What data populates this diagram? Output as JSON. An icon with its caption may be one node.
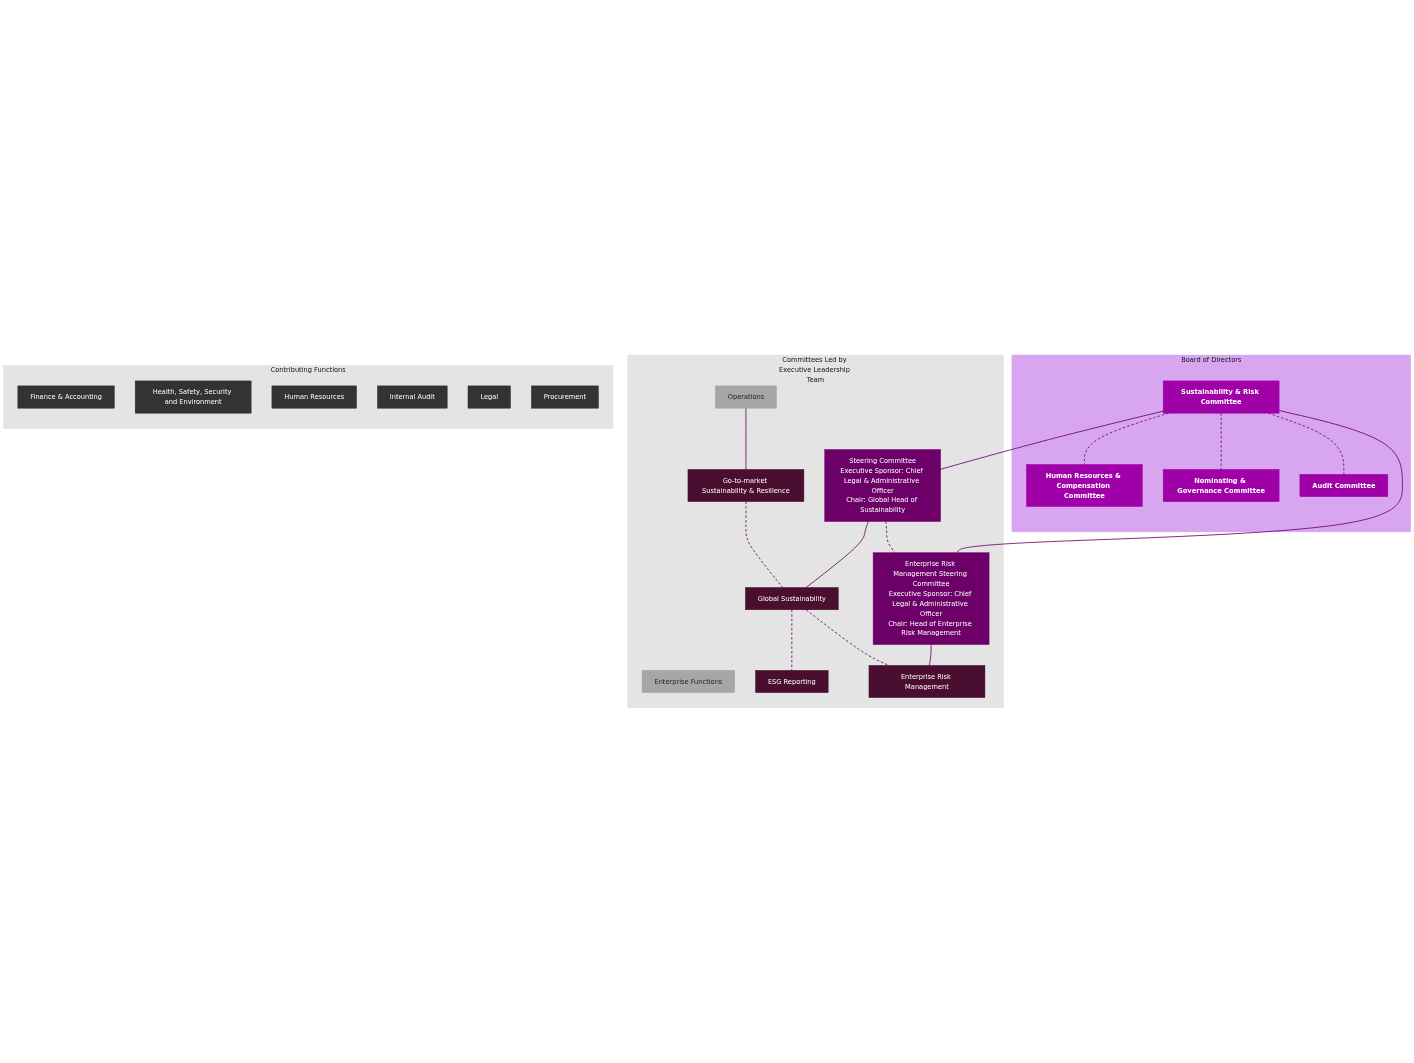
{
  "diagram": {
    "nodes": [
      {
        "text": [
          "Board of Directors"
        ]
      },
      {
        "text": [
          "Sustainability & Risk Committee"
        ],
        "in": 0
      },
      {
        "text": [
          "Human Resources & Compensation Committee"
        ],
        "in": 0
      },
      {
        "text": [
          "Nominating & Governance Committee"
        ],
        "in": 0
      },
      {
        "text": [
          "Audit Committee"
        ],
        "in": 0
      },
      {
        "text": [
          "Committees Led by Executive Leadership Team"
        ]
      },
      {
        "text": [
          "Steering Committee",
          "Executive Sponsor: Chief Legal & Administrative Officer",
          "Chair: Global Head of Sustainability"
        ],
        "in": 5
      },
      {
        "text": [
          "Enterprise Risk Management Steering Committee",
          "Executive Sponsor: Chief Legal & Administrative Officer",
          "Chair: Head of Enterprise Risk Management"
        ],
        "in": 5
      },
      {
        "text": [
          "Operations"
        ],
        "in": 5
      },
      {
        "text": [
          "Enterprise Functions"
        ],
        "in": 5
      },
      {
        "text": [
          "Go-to-market Sustainability & Resilience"
        ],
        "in": 5
      },
      {
        "text": [
          "Global Sustainability"
        ],
        "in": 5
      },
      {
        "text": [
          "ESG Reporting"
        ],
        "in": 5
      },
      {
        "text": [
          "Enterprise Risk Management"
        ],
        "in": 5
      },
      {
        "text": [
          "Contributing Functions"
        ]
      },
      {
        "text": [
          "Finance & Accounting"
        ],
        "in": 14
      },
      {
        "text": [
          "Health, Safety, Security and Environment"
        ],
        "in": 14
      },
      {
        "text": [
          "Human Resources"
        ],
        "in": 14
      },
      {
        "text": [
          "Internal Audit"
        ],
        "in": 14
      },
      {
        "text": [
          "Legal"
        ],
        "in": 14
      },
      {
        "text": [
          "Procurement"
        ],
        "in": 14
      }
    ],
    "edges": [
      {
        "from": 1,
        "to": 2,
        "arrow": "none",
        "style": "dashed"
      },
      {
        "from": 1,
        "to": 3,
        "arrow": "none",
        "style": "dashed"
      },
      {
        "from": 1,
        "to": 4,
        "arrow": "none",
        "style": "dashed"
      },
      {
        "from": 1,
        "to": 6,
        "arrow": "none"
      },
      {
        "from": 1,
        "to": 7,
        "arrow": "none"
      },
      {
        "from": 6,
        "to": 7,
        "arrow": "none",
        "style": "dashed"
      },
      {
        "from": 6,
        "to": 11,
        "arrow": "none"
      },
      {
        "from": 7,
        "to": 13,
        "arrow": "none"
      },
      {
        "from": 8,
        "to": 10,
        "arrow": "none"
      },
      {
        "from": 10,
        "to": 11,
        "arrow": "none",
        "style": "dashed"
      },
      {
        "from": 11,
        "to": 12,
        "arrow": "none",
        "style": "dashed"
      },
      {
        "from": 11,
        "to": 13,
        "arrow": "none",
        "style": "dashed"
      }
    ]
  }
}
